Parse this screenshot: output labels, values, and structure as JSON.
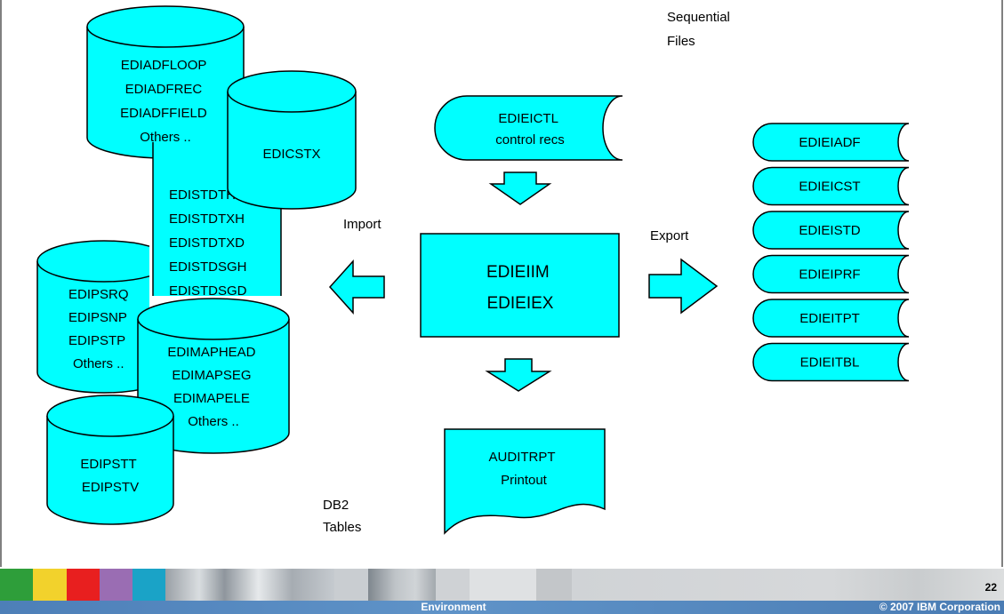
{
  "labels": {
    "sequential_files": [
      "Sequential",
      "Files"
    ],
    "db2_tables": [
      "DB2",
      "Tables"
    ],
    "import": "Import",
    "export": "Export"
  },
  "db_tables": {
    "adf": [
      "EDIADFLOOP",
      "EDIADFREC",
      "EDIADFFIELD",
      "Others .."
    ],
    "cstx": [
      "EDICSTX"
    ],
    "std": [
      "EDISTDTH",
      "EDISTDTXH",
      "EDISTDTXD",
      "EDISTDSGH",
      "EDISTDSGD"
    ],
    "ps": [
      "EDIPSRQ",
      "EDIPSNP",
      "EDIPSTP",
      "Others .."
    ],
    "map": [
      "EDIMAPHEAD",
      "EDIMAPSEG",
      "EDIMAPELE",
      "Others .."
    ],
    "pst": [
      "EDIPSTT",
      "EDIPSTV"
    ]
  },
  "control_file": [
    "EDIEICTL",
    "control recs"
  ],
  "program": [
    "EDIEIIM",
    "EDIEIEX"
  ],
  "report": [
    "AUDITRPT",
    "Printout"
  ],
  "export_files": [
    "EDIEIADF",
    "EDIEICST",
    "EDIEISTD",
    "EDIEIPRF",
    "EDIEITPT",
    "EDIEITBL"
  ],
  "footer": {
    "title": "Environment",
    "copyright": "© 2007 IBM Corporation",
    "page": "22"
  },
  "colors": {
    "shape_fill": "#00ffff",
    "outline": "#000000",
    "footer_bar": "#5a8cc4"
  }
}
